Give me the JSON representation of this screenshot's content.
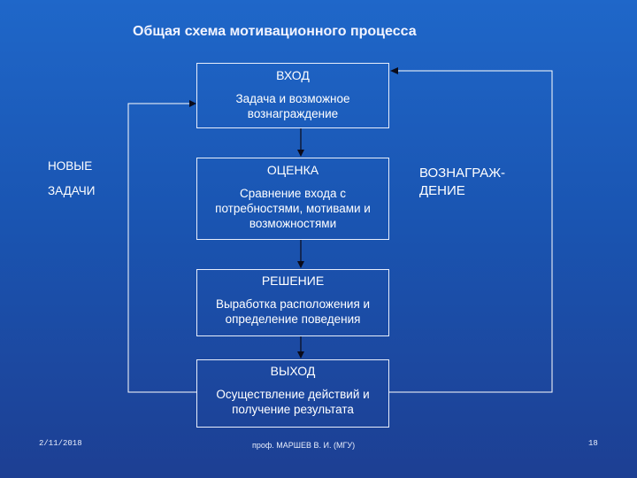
{
  "title": "Общая схема мотивационного процесса",
  "boxes": {
    "vhod": {
      "head": "ВХОД",
      "body": "Задача и возможное вознаграждение"
    },
    "ocenka": {
      "head": "ОЦЕНКА",
      "body": "Сравнение входа с потребностями, мотивами и возможностями"
    },
    "reshenie": {
      "head": "РЕШЕНИЕ",
      "body": "Выработка расположения и определение поведения"
    },
    "vyhod": {
      "head": "ВЫХОД",
      "body": "Осуществление действий и получение результата"
    }
  },
  "left_label": {
    "line1": "НОВЫЕ",
    "line2": "ЗАДАЧИ"
  },
  "right_label": {
    "line1": "ВОЗНАГРАЖ-",
    "line2": "ДЕНИЕ"
  },
  "footer": {
    "date": "2/11/2018",
    "author": "проф. МАРШЕВ В. И. (МГУ)",
    "page": "18"
  },
  "colors": {
    "line": "#ffffff",
    "arrow": "#0b0b1a"
  }
}
